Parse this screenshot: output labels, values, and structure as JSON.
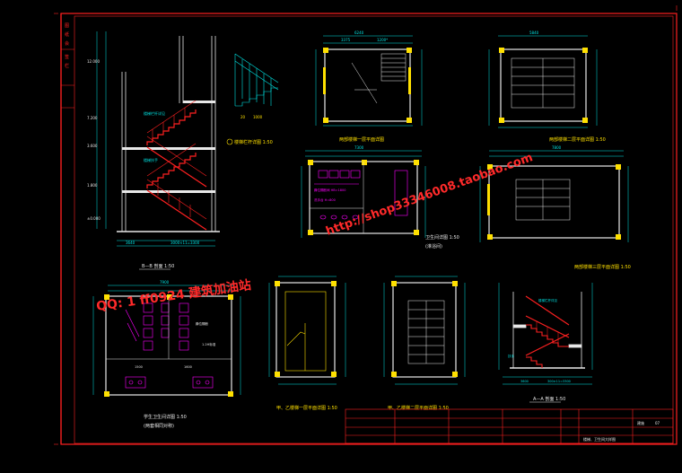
{
  "drawings": {
    "section_bb": {
      "title": "B—B  剖面  1:50"
    },
    "railing_detail": {
      "title": "楼梯栏杆详图 1:50"
    },
    "stair_plan_ground": {
      "title": "两部楼梯一层平面详图"
    },
    "stair_plan_second": {
      "title": "两部楼梯二层平面详图 1:50"
    },
    "toilet_plan_small": {
      "title": "卫生间详图 1:50",
      "note": "(淋浴间)"
    },
    "stair_plan_top": {
      "title": "两部楼梯三层平面详图 1:50"
    },
    "toilet_plan_large": {
      "title": "学生卫生间详图 1:50",
      "note": "(两套相同对称)"
    },
    "stair_plan_a": {
      "title": "甲、乙楼梯一层平面详图 1:50"
    },
    "stair_plan_b": {
      "title": "甲、乙楼梯二层平面详图 1:50"
    },
    "section_aa": {
      "title": "A—A  剖面  1:50"
    }
  },
  "title_block": {
    "drawing_name": "楼梯、卫生间大样图",
    "sheet_label": "建施",
    "sheet_number": "07"
  },
  "watermarks": {
    "line1": "QQ: 1 ff0924  建筑加油站",
    "line2": "http://shop33346008.taobao.com"
  },
  "colors": {
    "background": "#000000",
    "frame": "#ff2020",
    "line": "#e8e8e8",
    "dimension": "#00e5e5",
    "wall": "#ffe000",
    "hatch": "#ff2020",
    "fixture": "#ff00ff",
    "watermark": "#ff2a2a"
  }
}
